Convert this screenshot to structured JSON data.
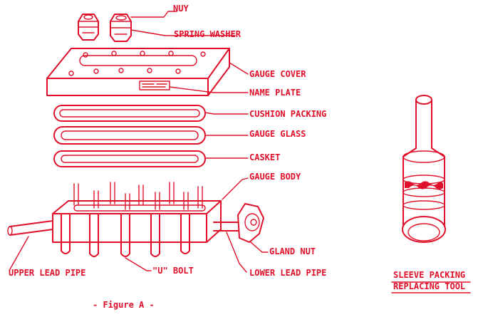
{
  "labels": {
    "nut": "NUY",
    "spring_washer": "SPRING WASHER",
    "gauge_cover": "GAUGE COVER",
    "name_plate": "NAME PLATE",
    "cushion_packing": "CUSHION PACKING",
    "gauge_glass": "GAUGE GLASS",
    "gasket": "CASKET",
    "gauge_body": "GAUGE BODY",
    "gland_nut": "GLAND NUT",
    "upper_lead_pipe": "UPPER LEAD PIPE",
    "u_bolt": "\"U\" BOLT",
    "lower_lead_pipe": "LOWER LEAD PIPE",
    "tool_line1": "SLEEVE PACKING",
    "tool_line2": "REPLACING TOOL"
  },
  "caption": "- Figure A -",
  "colors": {
    "ink": "#e0102a",
    "background": "#ffffff"
  }
}
